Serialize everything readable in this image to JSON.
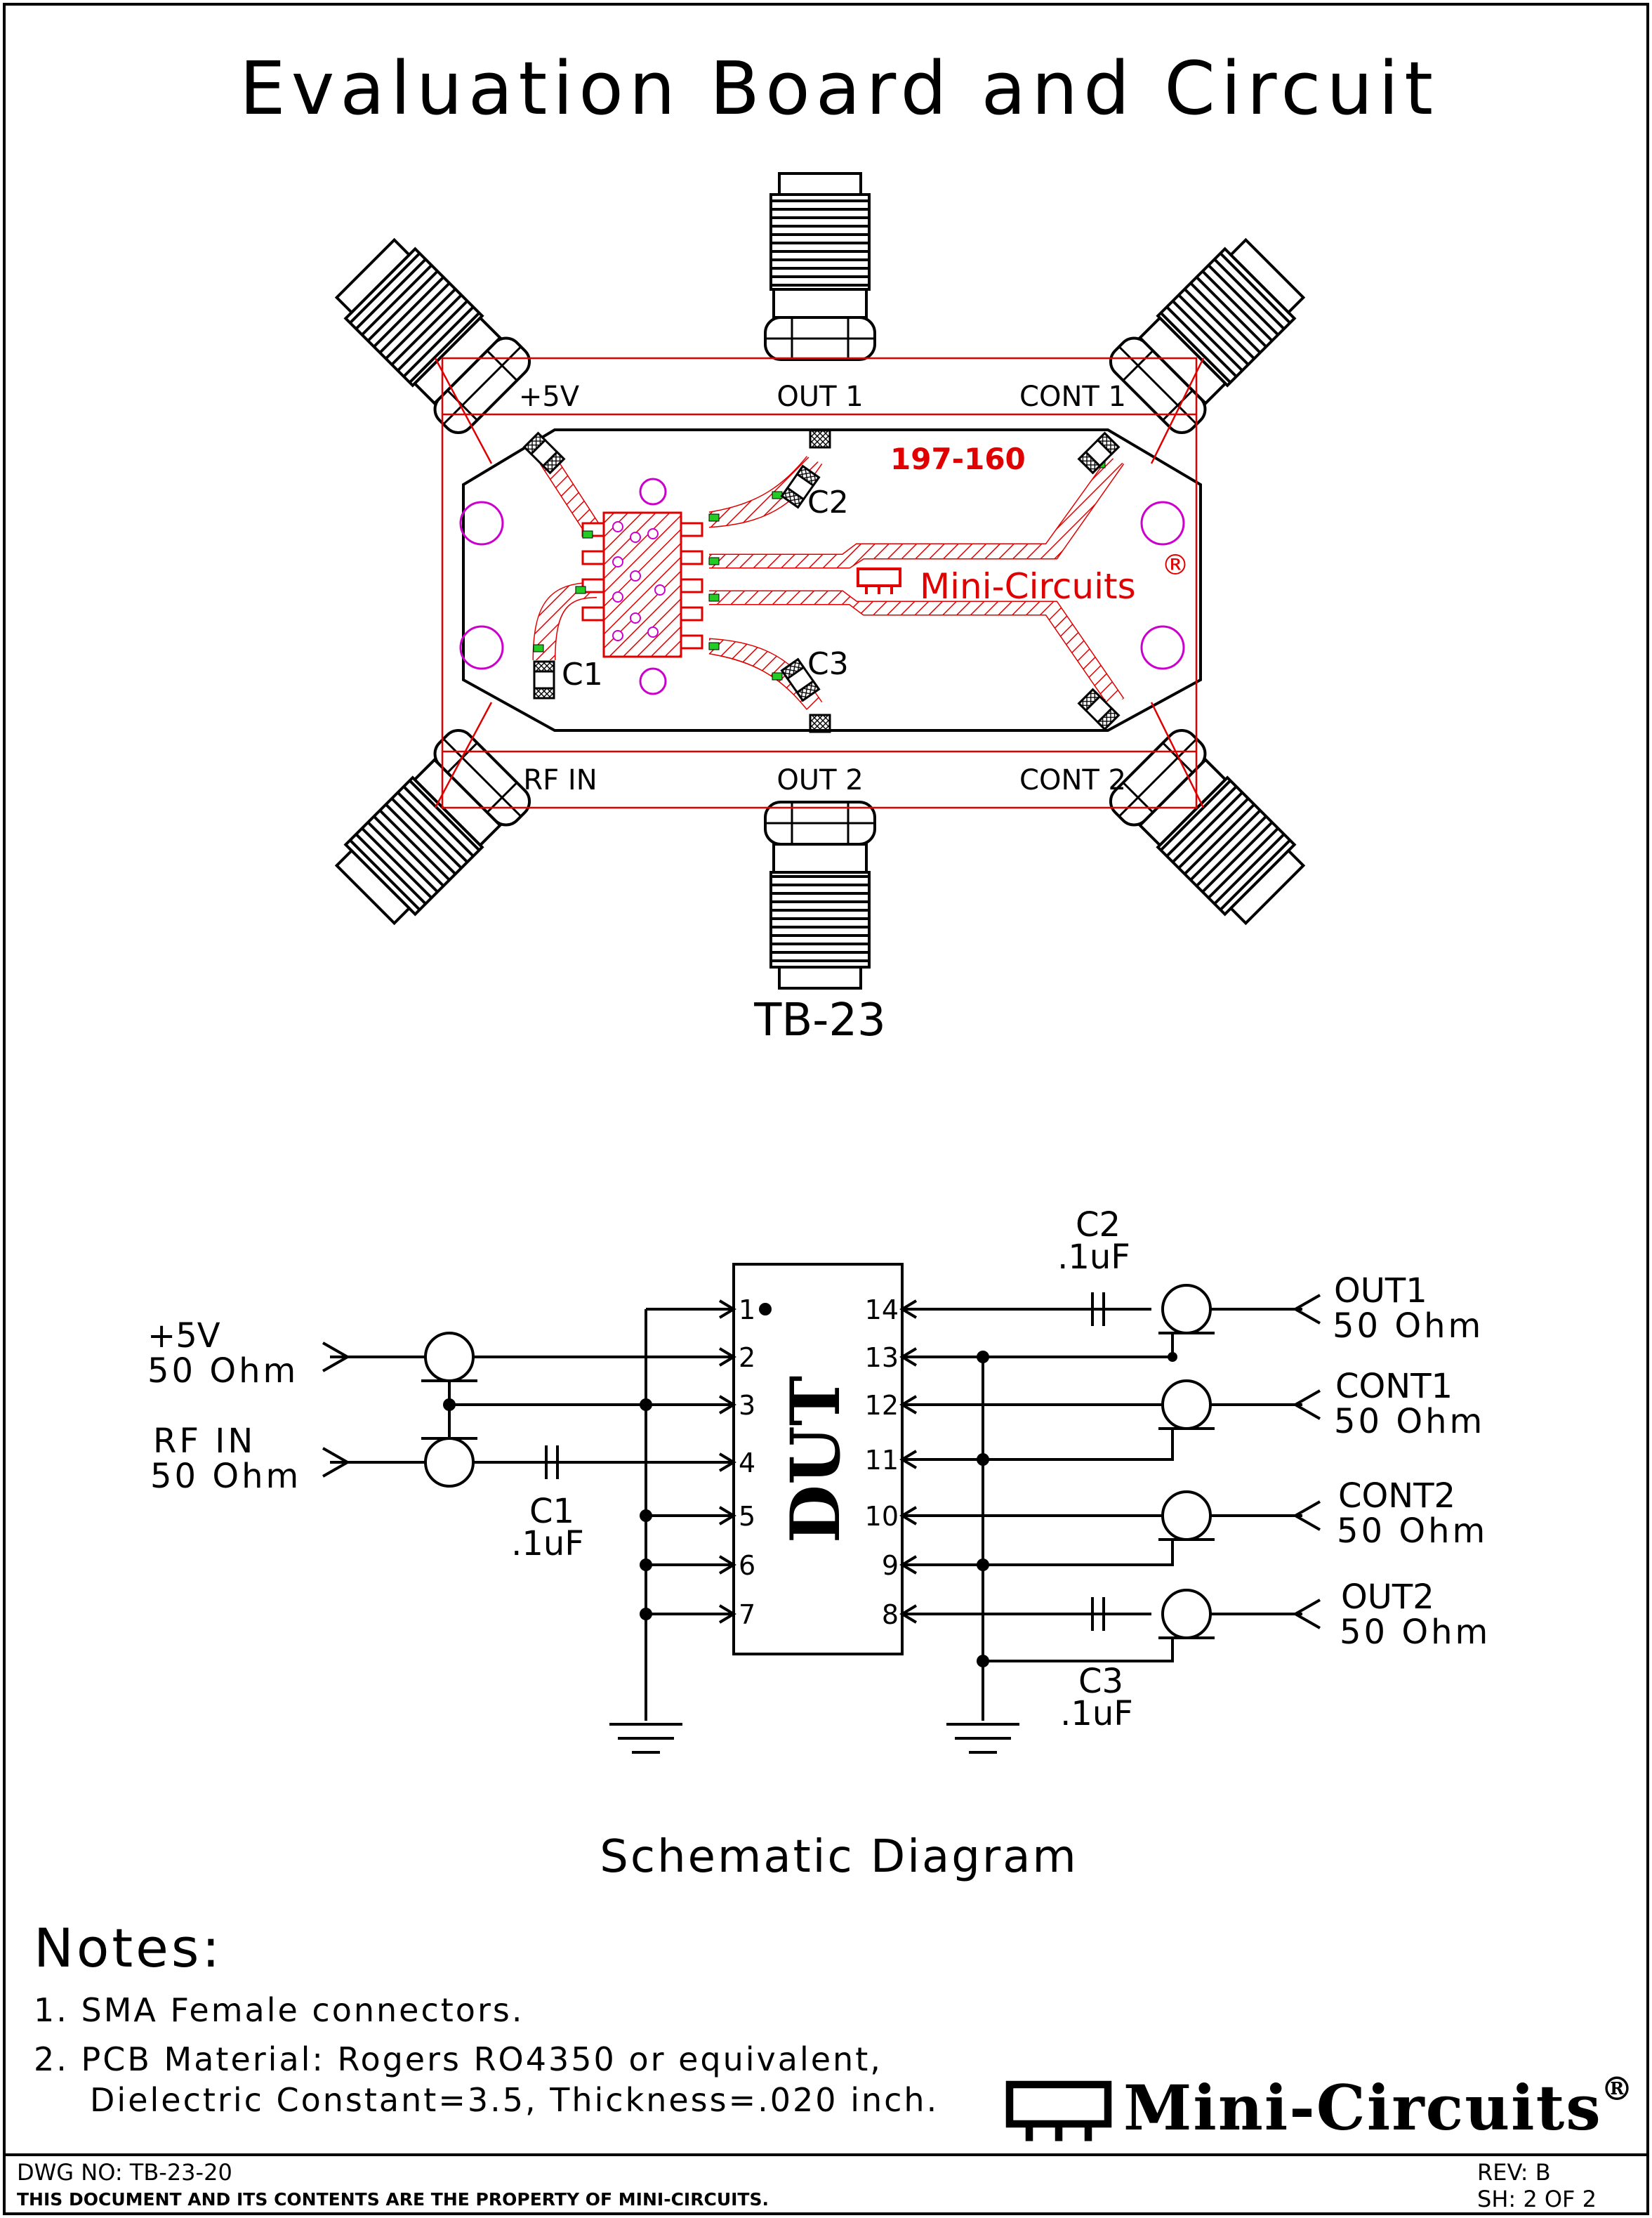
{
  "title": "Evaluation Board and Circuit",
  "board": {
    "name": "TB-23",
    "part_number": "197-160",
    "brand": "Mini-Circuits",
    "registered_mark": "®",
    "port_labels": {
      "p5v": "+5V",
      "out1": "OUT 1",
      "cont1": "CONT 1",
      "rfin": "RF IN",
      "out2": "OUT 2",
      "cont2": "CONT 2"
    },
    "components": {
      "c1": "C1",
      "c2": "C2",
      "c3": "C3"
    }
  },
  "schematic": {
    "caption": "Schematic Diagram",
    "dut_label": "DUT",
    "left_ports": [
      {
        "name": "+5V",
        "impedance": "50 Ohm"
      },
      {
        "name": "RF IN",
        "impedance": "50 Ohm"
      }
    ],
    "right_ports": [
      {
        "name": "OUT1",
        "impedance": "50 Ohm"
      },
      {
        "name": "CONT1",
        "impedance": "50 Ohm"
      },
      {
        "name": "CONT2",
        "impedance": "50 Ohm"
      },
      {
        "name": "OUT2",
        "impedance": "50 Ohm"
      }
    ],
    "capacitors": [
      {
        "ref": "C1",
        "value": ".1uF"
      },
      {
        "ref": "C2",
        "value": ".1uF"
      },
      {
        "ref": "C3",
        "value": ".1uF"
      }
    ],
    "left_pins": [
      "1",
      "2",
      "3",
      "4",
      "5",
      "6",
      "7"
    ],
    "right_pins": [
      "14",
      "13",
      "12",
      "11",
      "10",
      "9",
      "8"
    ]
  },
  "notes": {
    "heading": "Notes:",
    "items": [
      "1. SMA Female connectors.",
      "2. PCB Material: Rogers RO4350 or equivalent,",
      "Dielectric Constant=3.5, Thickness=.020 inch."
    ]
  },
  "logo": {
    "text": "Mini-Circuits",
    "mark": "®"
  },
  "footer": {
    "dwg_no": "DWG NO: TB-23-20",
    "property": "THIS DOCUMENT AND ITS CONTENTS ARE THE PROPERTY OF MINI-CIRCUITS.",
    "rev": "REV: B",
    "sheet": "SH: 2 OF 2"
  },
  "colors": {
    "trace": "#e00000",
    "pad": "#22cc22",
    "hole": "#cc00cc",
    "ink": "#000000"
  }
}
